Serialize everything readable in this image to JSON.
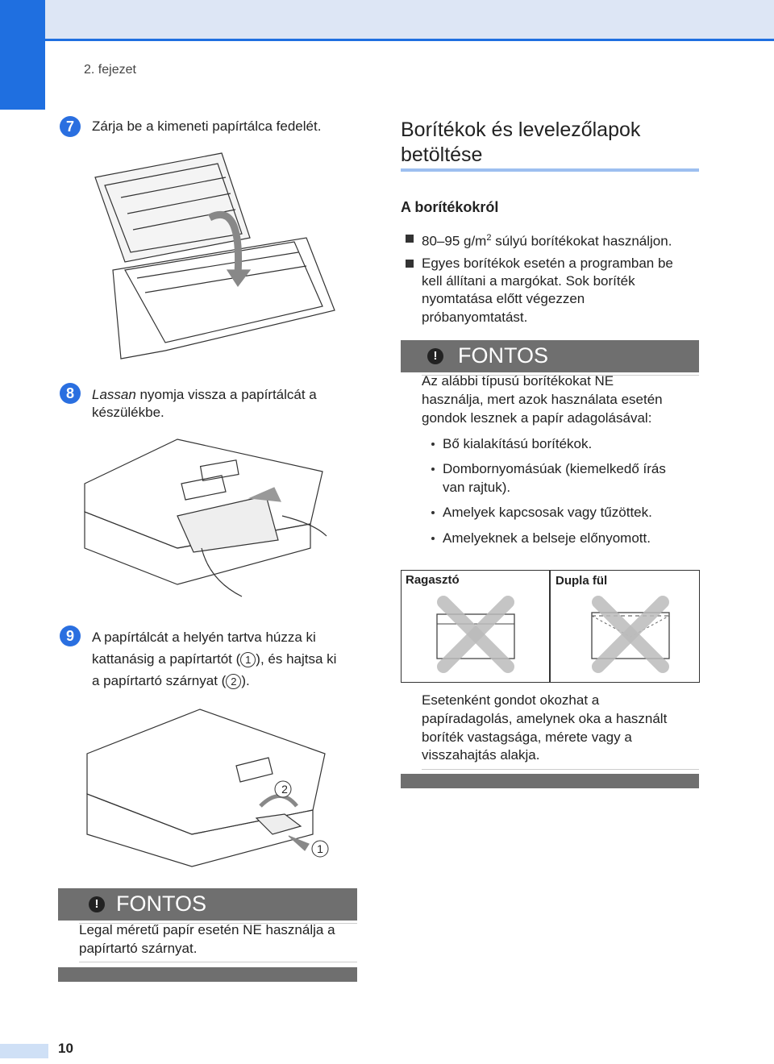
{
  "header": {
    "chapter": "2. fejezet"
  },
  "steps": [
    {
      "number": "7",
      "text": "Zárja be a kimeneti papírtálca fedelét."
    },
    {
      "number": "8",
      "text_italic": "Lassan",
      "text_rest": " nyomja vissza a papírtálcát a",
      "text_line2": "készülékbe."
    },
    {
      "number": "9",
      "line1": "A papírtálcát a helyén tartva húzza ki",
      "line2": "kattanásig a papírtartót (",
      "circle1": "1",
      "line2b": "), és hajtsa ki",
      "line3": "a papírtartó szárnyat (",
      "circle2": "2",
      "line3b": ")."
    }
  ],
  "illustration_callouts": {
    "c1": "1",
    "c2": "2"
  },
  "left_warning": {
    "title": "FONTOS",
    "icon": "!",
    "text_line1": "Legal méretű papír esetén NE használja a",
    "text_line2": "papírtartó szárnyat."
  },
  "section": {
    "title_line1": "Borítékok és levelezőlapok",
    "title_line2": "betöltése",
    "subtitle": "A borítékokról",
    "bullet1_a": "80–95 g/m",
    "bullet1_sup": "2",
    "bullet1_b": " súlyú borítékokat használjon.",
    "bullet2": [
      "Egyes borítékok esetén a programban be",
      "kell állítani a margókat. Sok boríték",
      "nyomtatása előtt végezzen",
      "próbanyomtatást."
    ]
  },
  "right_warning": {
    "title": "FONTOS",
    "icon": "!",
    "intro": [
      "Az alábbi típusú borítékokat NE",
      "használja, mert azok használata esetén",
      "gondok lesznek a papír adagolásával:"
    ],
    "items": [
      [
        "Bő kialakítású borítékok."
      ],
      [
        "Dombornyomásúak (kiemelkedő írás",
        "van rajtuk)."
      ],
      [
        "Amelyek kapcsosak vagy tűzöttek."
      ],
      [
        "Amelyeknek a belseje előnyomott."
      ]
    ],
    "table": {
      "col1": "Ragasztó",
      "col2": "Dupla fül"
    },
    "note": [
      "Esetenként gondot okozhat a",
      "papíradagolás, amelynek oka a használt",
      "boríték vastagsága, mérete vagy a",
      "visszahajtás alakja."
    ]
  },
  "footer": {
    "page_number": "10"
  },
  "colors": {
    "accent": "#1f6fe0",
    "band": "#dde6f5",
    "warning_bar": "#6f6f6f"
  }
}
